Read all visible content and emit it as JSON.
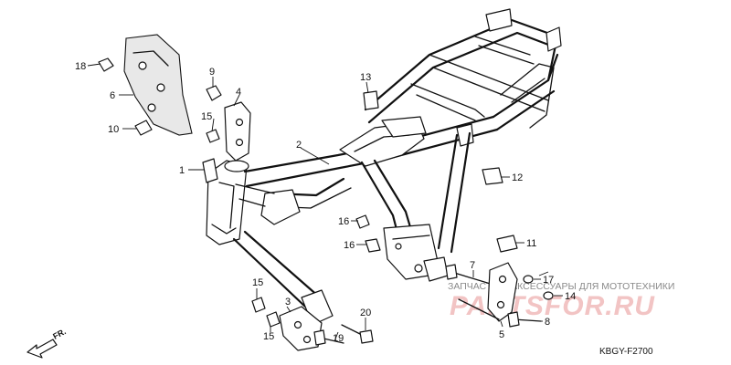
{
  "diagram": {
    "callouts": {
      "c1": "1",
      "c2": "2",
      "c3": "3",
      "c4": "4",
      "c5": "5",
      "c6": "6",
      "c7": "7",
      "c8": "8",
      "c9": "9",
      "c10": "10",
      "c11": "11",
      "c12": "12",
      "c13": "13",
      "c14": "14",
      "c15a": "15",
      "c15b": "15",
      "c15c": "15",
      "c16a": "16",
      "c16b": "16",
      "c17": "17",
      "c18": "18",
      "c19": "19",
      "c20": "20"
    },
    "direction_label": "FR.",
    "figure_code": "KBGY-F2700"
  },
  "watermark": {
    "tagline": "ЗАПЧАСТИ И АКСЕССУАРЫ ДЛЯ МОТОТЕХНИКИ",
    "brand": "PARTSFOR.RU"
  }
}
